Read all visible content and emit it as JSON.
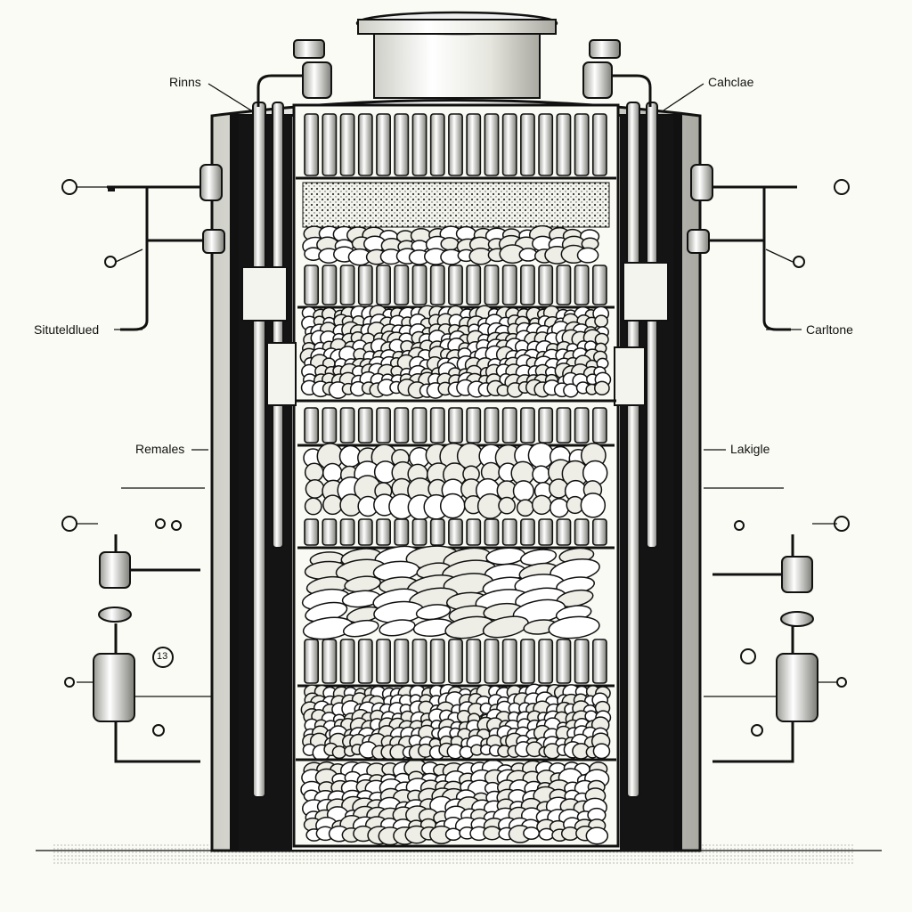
{
  "labels": {
    "top_left": "Rinns",
    "top_right": "Cahclae",
    "mid_left": "Situteldlued",
    "mid_right": "Carltone",
    "low_left": "Remales",
    "low_right": "Lakigle",
    "badge": "13"
  },
  "colors": {
    "ink": "#111111",
    "paper": "#fbfbf5",
    "metal_light": "#f2f2ec",
    "metal_dark": "#1a1a1a"
  },
  "layers": [
    {
      "name": "top-grid",
      "kind": "cylinders"
    },
    {
      "name": "fine-media",
      "kind": "grain"
    },
    {
      "name": "rounded-media",
      "kind": "pellets"
    },
    {
      "name": "mid-grid",
      "kind": "cylinders"
    },
    {
      "name": "mixed-granules",
      "kind": "pebbles"
    },
    {
      "name": "separator-1",
      "kind": "cylinders"
    },
    {
      "name": "round-balls",
      "kind": "spheres"
    },
    {
      "name": "separator-2",
      "kind": "cylinders"
    },
    {
      "name": "ovoid-media",
      "kind": "ovals"
    },
    {
      "name": "lower-grid",
      "kind": "cylinders"
    },
    {
      "name": "small-stones",
      "kind": "pebbles"
    },
    {
      "name": "base-gravel",
      "kind": "gravel"
    }
  ]
}
